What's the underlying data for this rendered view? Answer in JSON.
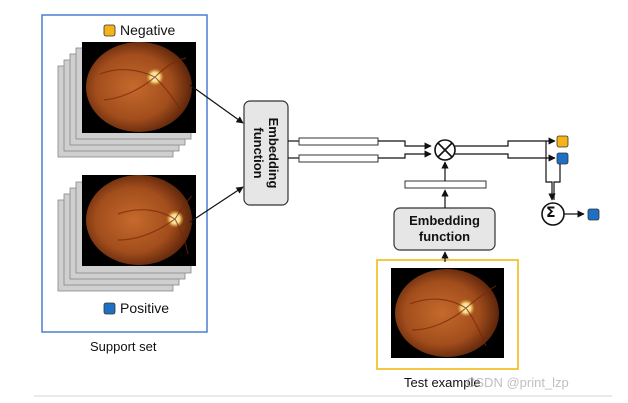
{
  "legend": {
    "negative": "Negative",
    "positive": "Positive"
  },
  "embedding_box_left": {
    "line1": "Embedding",
    "line2": "function"
  },
  "embedding_box_bottom": {
    "line1": "Embedding",
    "line2": "function"
  },
  "support_set_label": "Support set",
  "test_example_label": "Test example",
  "watermark": "CSDN @print_lzp",
  "operators": {
    "product": "⊗",
    "sum": "Σ"
  },
  "colors": {
    "support_border": "#4a7fd0",
    "test_border": "#f2c230",
    "negative_square": "#f5b31a",
    "positive_square": "#1f6fc4",
    "box_fill": "#e6e6e6",
    "stack_fill": "#cfcfcf",
    "fundus_center": "#b25a22",
    "fundus_edge": "#3a1405",
    "optic_disc": "#fff2b8"
  }
}
